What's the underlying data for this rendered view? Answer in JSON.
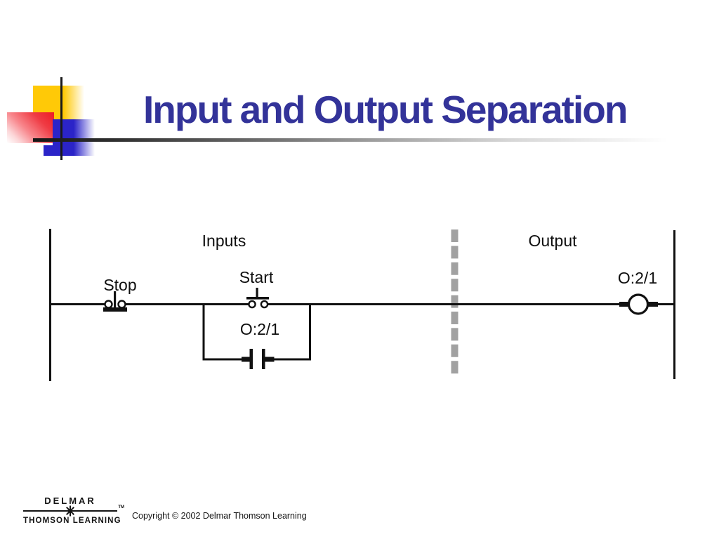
{
  "slide": {
    "title": "Input and Output Separation",
    "title_color": "#333399"
  },
  "diagram": {
    "section_labels": {
      "inputs": "Inputs",
      "output": "Output"
    },
    "stop_contact": {
      "label": "Stop",
      "type": "normally-closed pushbutton"
    },
    "start_contact": {
      "label": "Start",
      "type": "normally-open pushbutton"
    },
    "seal_in_contact": {
      "label": "O:2/1",
      "type": "normally-open contact"
    },
    "output_coil": {
      "label": "O:2/1",
      "type": "output coil"
    },
    "separator_color": "#a1a1a1",
    "line_color": "#111111"
  },
  "footer": {
    "logo": {
      "line1": "DELMAR",
      "line2": "THOMSON LEARNING",
      "tm": "TM"
    },
    "copyright": "Copyright © 2002 Delmar Thomson Learning"
  },
  "decor": {
    "yellow": "#ffc907",
    "red": "#ed1c24",
    "blue": "#2b24c8"
  }
}
